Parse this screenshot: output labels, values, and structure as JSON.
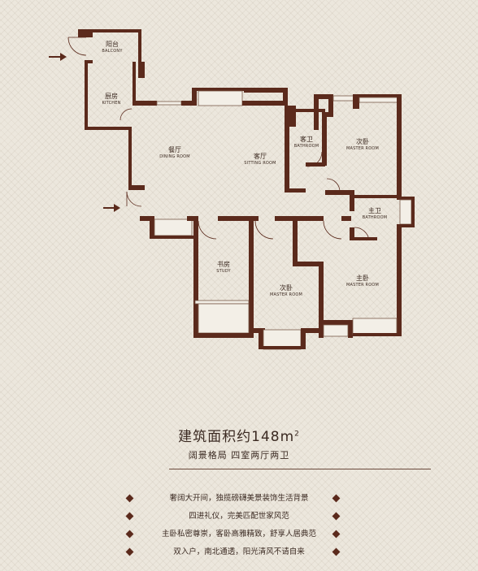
{
  "colors": {
    "wall": "#5b2a1c",
    "background": "#ece7dd",
    "text": "#3b2a22"
  },
  "rooms": {
    "balcony": {
      "cn": "阳台",
      "en": "BALCONY"
    },
    "kitchen": {
      "cn": "厨房",
      "en": "KITCHEN"
    },
    "dining": {
      "cn": "餐厅",
      "en": "DINING ROOM"
    },
    "sitting": {
      "cn": "客厅",
      "en": "SITTING ROOM"
    },
    "guest_bath": {
      "cn": "客卫",
      "en": "BATHROOM"
    },
    "second_bed_top": {
      "cn": "次卧",
      "en": "MASTER ROOM"
    },
    "master_bath": {
      "cn": "主卫",
      "en": "BATHROOM"
    },
    "study": {
      "cn": "书房",
      "en": "STUDY"
    },
    "second_bed_bottom": {
      "cn": "次卧",
      "en": "MASTER ROOM"
    },
    "master_bed": {
      "cn": "主卧",
      "en": "MASTER ROOM"
    }
  },
  "icons": [
    "entry-arrow-icon",
    "diamond-bullet-icon"
  ],
  "summary": {
    "area_prefix": "建筑面积约148m",
    "area_sup": "2",
    "layout": "阔景格局  四室两厅两卫"
  },
  "features": [
    "奢阔大开间，独揽磅礴美景装饰生活背景",
    "四进礼仪，完美匹配世家风范",
    "主卧私密尊崇，客卧高雅精致，舒享人居典范",
    "双入户，南北通透，阳光清风不请自来"
  ]
}
